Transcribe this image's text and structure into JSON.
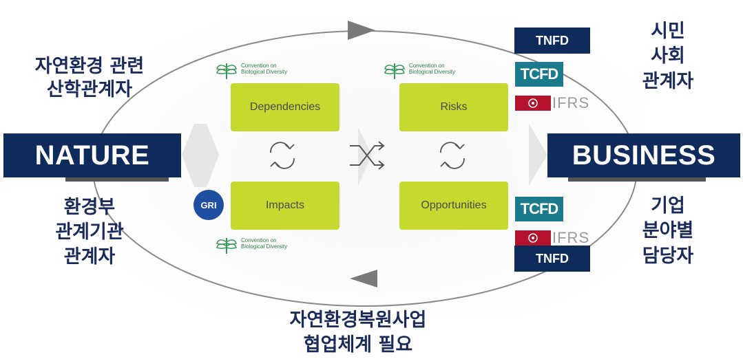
{
  "nature_label": "NATURE",
  "business_label": "BUSINESS",
  "left_top_text": "자연환경 관련\n산학관계자",
  "left_bottom_text": "환경부\n관계기관\n관계자",
  "right_top_text": "시민\n사회\n관계자",
  "right_bottom_text": "기업\n분야별\n담당자",
  "bottom_text": "자연환경복원사업\n협업체계 필요",
  "boxes": {
    "dependencies": "Dependencies",
    "impacts": "Impacts",
    "risks": "Risks",
    "opportunities": "Opportunities"
  },
  "logos": {
    "tnfd": "TNFD",
    "tcfd": "TCFD",
    "ifrs": "IFRS",
    "gri": "GRI",
    "cbd": "Convention on\nBiological Diversity"
  },
  "colors": {
    "navy": "#0f2b5b",
    "lime": "#c5d92f",
    "teal": "#1b7a8c",
    "ifrs_red": "#b5122d",
    "gri_blue": "#1f4fa0"
  }
}
